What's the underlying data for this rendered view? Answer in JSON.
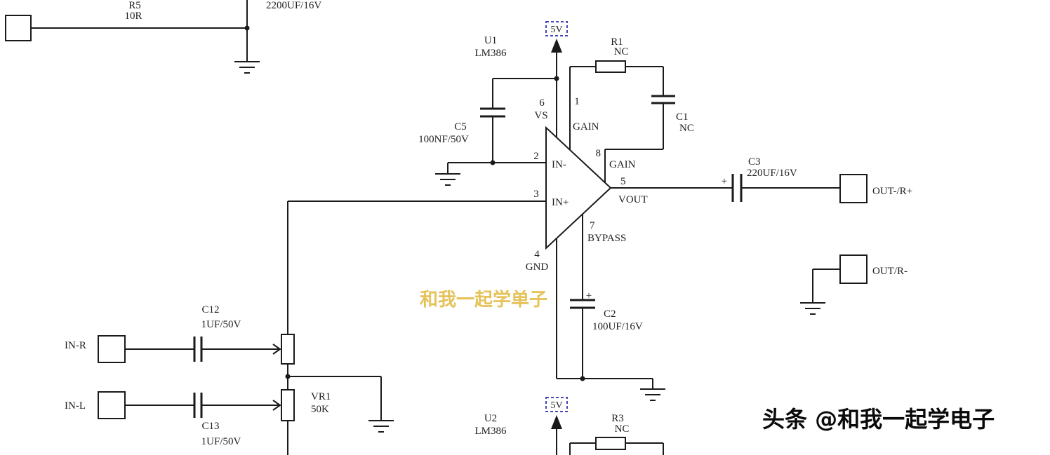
{
  "watermark": "和我一起学单子",
  "byline": "头条 @和我一起学电子",
  "power_label": "5V",
  "plus_sign": "+",
  "ports": {
    "in_r": "IN-R",
    "in_l": "IN-L",
    "out_l": "OUT-/R+",
    "out_r": "OUT/R-"
  },
  "components": {
    "r5": {
      "ref": "R5",
      "value": "10R"
    },
    "c_top": {
      "value": "2200UF/16V"
    },
    "u1": {
      "ref": "U1",
      "part": "LM386"
    },
    "u2": {
      "ref": "U2",
      "part": "LM386"
    },
    "r1": {
      "ref": "R1",
      "value": "NC"
    },
    "r3": {
      "ref": "R3",
      "value": "NC"
    },
    "c1": {
      "ref": "C1",
      "value": "NC"
    },
    "c2": {
      "ref": "C2",
      "value": "100UF/16V"
    },
    "c3": {
      "ref": "C3",
      "value": "220UF/16V"
    },
    "c5": {
      "ref": "C5",
      "value": "100NF/50V"
    },
    "c12": {
      "ref": "C12",
      "value": "1UF/50V"
    },
    "c13": {
      "ref": "C13",
      "value": "1UF/50V"
    },
    "vr1": {
      "ref": "VR1",
      "value": "50K"
    }
  },
  "u1_pins": {
    "p1": {
      "num": "1",
      "name": "GAIN"
    },
    "p2": {
      "num": "2",
      "name": "IN-"
    },
    "p3": {
      "num": "3",
      "name": "IN+"
    },
    "p4": {
      "num": "4",
      "name": "GND"
    },
    "p5": {
      "num": "5",
      "name": "VOUT"
    },
    "p6": {
      "num": "6",
      "name": "VS"
    },
    "p7": {
      "num": "7",
      "name": "BYPASS"
    },
    "p8": {
      "num": "8",
      "name": "GAIN"
    }
  }
}
